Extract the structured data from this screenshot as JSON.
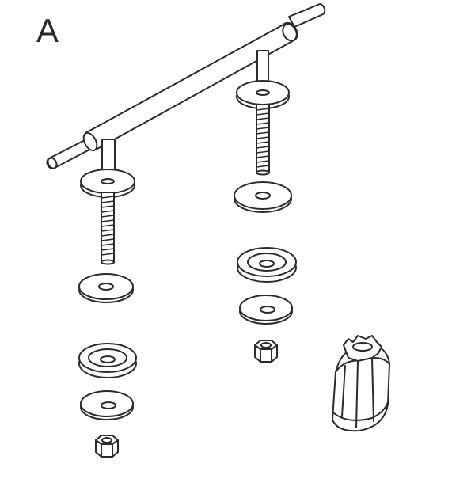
{
  "figure": {
    "label": "A"
  },
  "parts": [
    {
      "name": "rod"
    },
    {
      "name": "bolt-left"
    },
    {
      "name": "bolt-right"
    },
    {
      "name": "washer-flat"
    },
    {
      "name": "washer-cup"
    },
    {
      "name": "washer-rubber"
    },
    {
      "name": "hex-nut"
    },
    {
      "name": "cap-nut-tool"
    }
  ]
}
